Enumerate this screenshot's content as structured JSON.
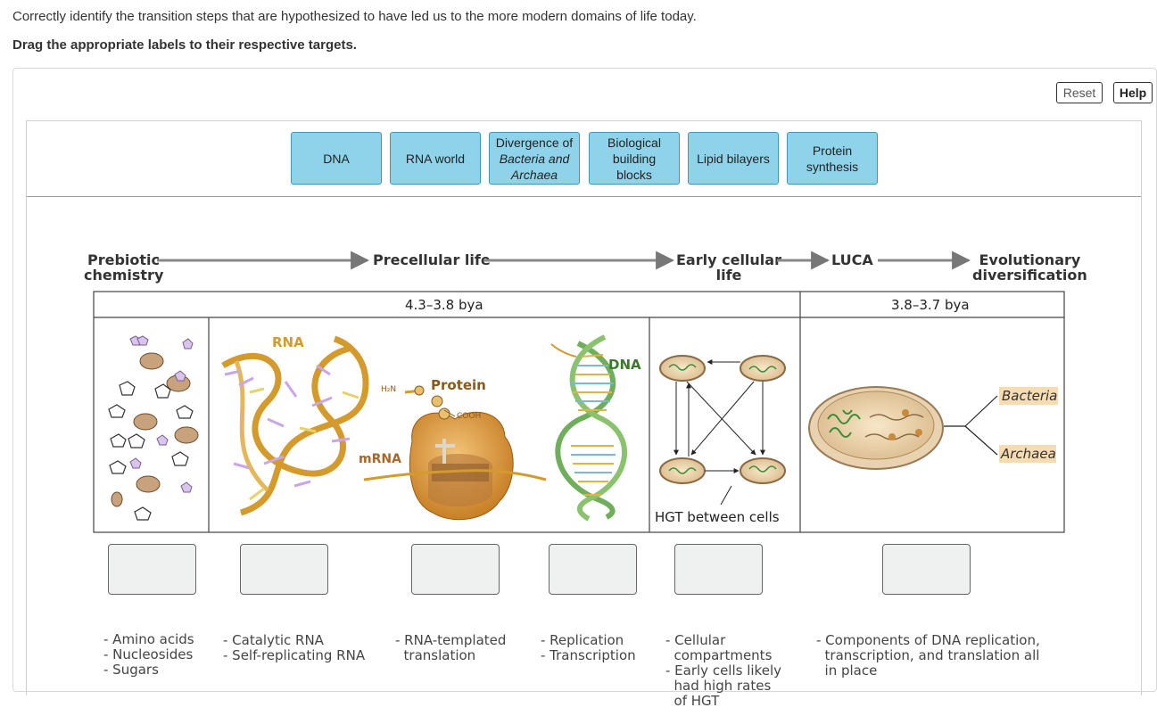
{
  "instructions": {
    "question": "Correctly identify the transition steps that are hypothesized to have led us to the more modern domains of life today.",
    "drag_prompt": "Drag the appropriate labels to their respective targets."
  },
  "toolbar": {
    "reset_label": "Reset",
    "help_label": "Help"
  },
  "labels": [
    {
      "lines": [
        "DNA"
      ]
    },
    {
      "lines": [
        "RNA world"
      ]
    },
    {
      "lines": [
        "Divergence of",
        "Bacteria and",
        "Archaea"
      ]
    },
    {
      "lines": [
        "Biological",
        "building",
        "blocks"
      ]
    },
    {
      "lines": [
        "Lipid bilayers"
      ]
    },
    {
      "lines": [
        "Protein",
        "synthesis"
      ]
    }
  ],
  "timeline": {
    "prebiotic": [
      "Prebiotic",
      "chemistry"
    ],
    "precellular": "Precellular life",
    "early_cellular": [
      "Early cellular",
      "life"
    ],
    "luca": "LUCA",
    "evolutionary": [
      "Evolutionary",
      "diversification"
    ],
    "period_1": "4.3–3.8 bya",
    "period_2": "3.8–3.7 bya"
  },
  "figure_labels": {
    "rna": "RNA",
    "protein": "Protein",
    "h2n": "H₂N",
    "cooh": "COOH",
    "mrna": "mRNA",
    "dna": "DNA",
    "hgt": "HGT between cells",
    "bacteria": "Bacteria",
    "archaea": "Archaea"
  },
  "descriptions": [
    [
      "- Amino acids",
      "- Nucleosides",
      "- Sugars"
    ],
    [
      "- Catalytic RNA",
      "- Self-replicating RNA"
    ],
    [
      "- RNA-templated",
      "  translation"
    ],
    [
      "- Replication",
      "- Transcription"
    ],
    [
      "- Cellular",
      "  compartments",
      "- Early cells likely",
      "  had high rates",
      "  of HGT"
    ],
    [
      "- Components of DNA replication,",
      "  transcription, and translation all",
      "  in place"
    ]
  ],
  "colors": {
    "chip_fill": "#8fd3ea",
    "chip_border": "#3f98b8",
    "target_fill": "#eff0f0",
    "arrow": "#888888",
    "tag_fill": "#f6dcb0"
  }
}
